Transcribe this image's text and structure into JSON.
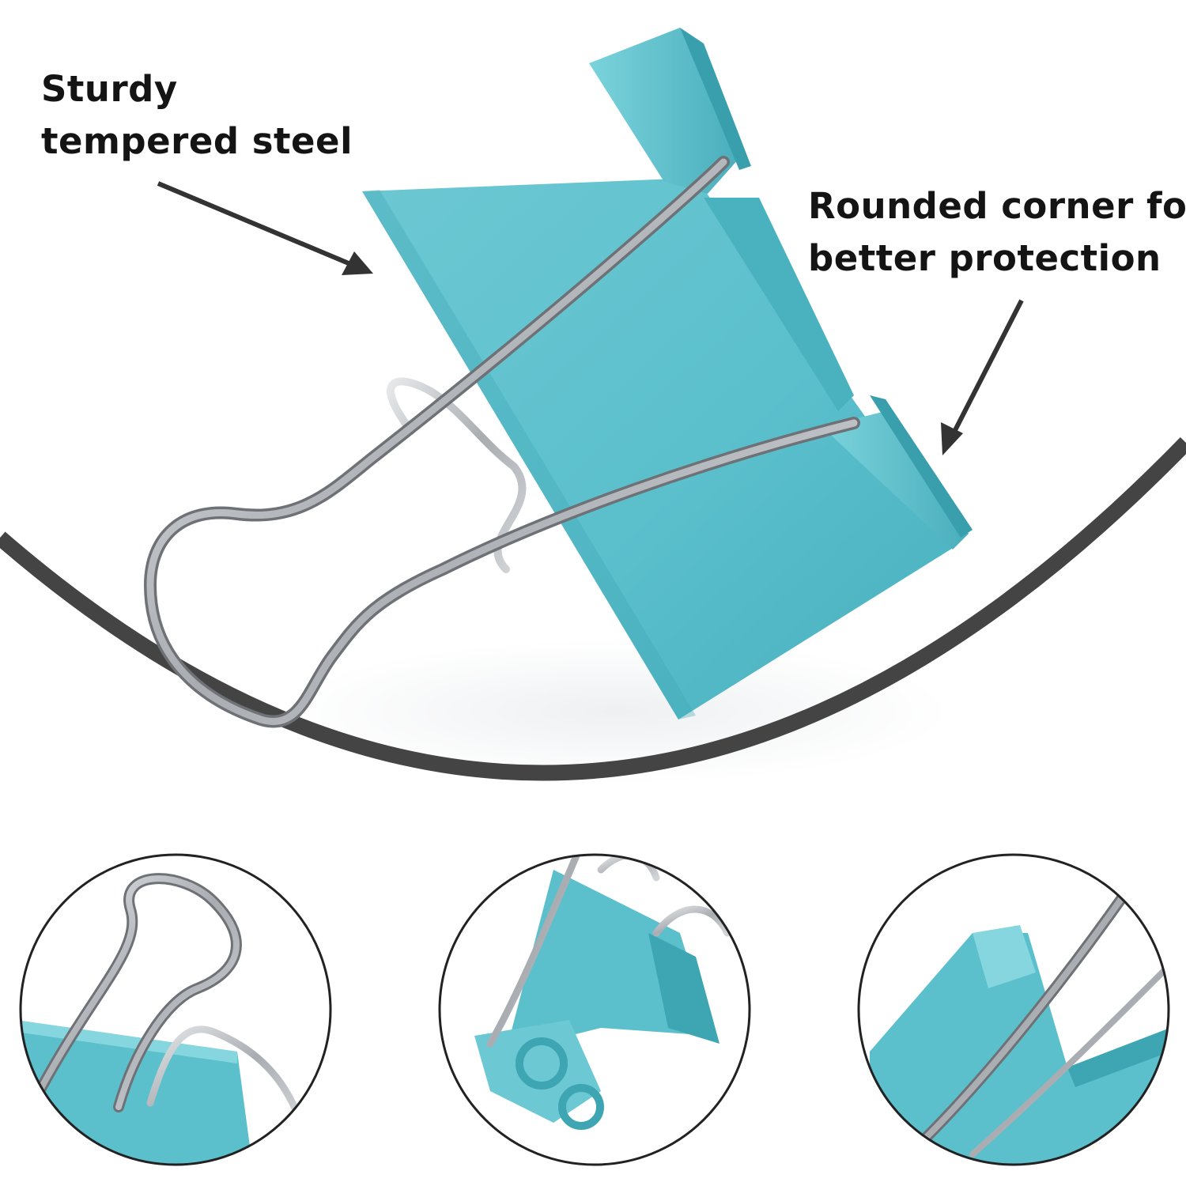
{
  "callouts": {
    "left": {
      "line1": "Sturdy",
      "line2": "tempered steel"
    },
    "right": {
      "line1": "Rounded corner for",
      "line2": "better protection"
    }
  },
  "colors": {
    "clip_teal": "#5bbfcc",
    "clip_teal_dark": "#3ea5b3",
    "clip_teal_light": "#86d6df",
    "wire_steel": "#b9bcc0",
    "wire_steel_dark": "#6e7276",
    "frame_arc": "#444444",
    "circle_border": "#222222",
    "label_text": "#141414",
    "arrow": "#333333"
  },
  "icons": {
    "arrow_left": "arrow-pointing-down-right-icon",
    "arrow_right": "arrow-pointing-down-left-icon"
  }
}
